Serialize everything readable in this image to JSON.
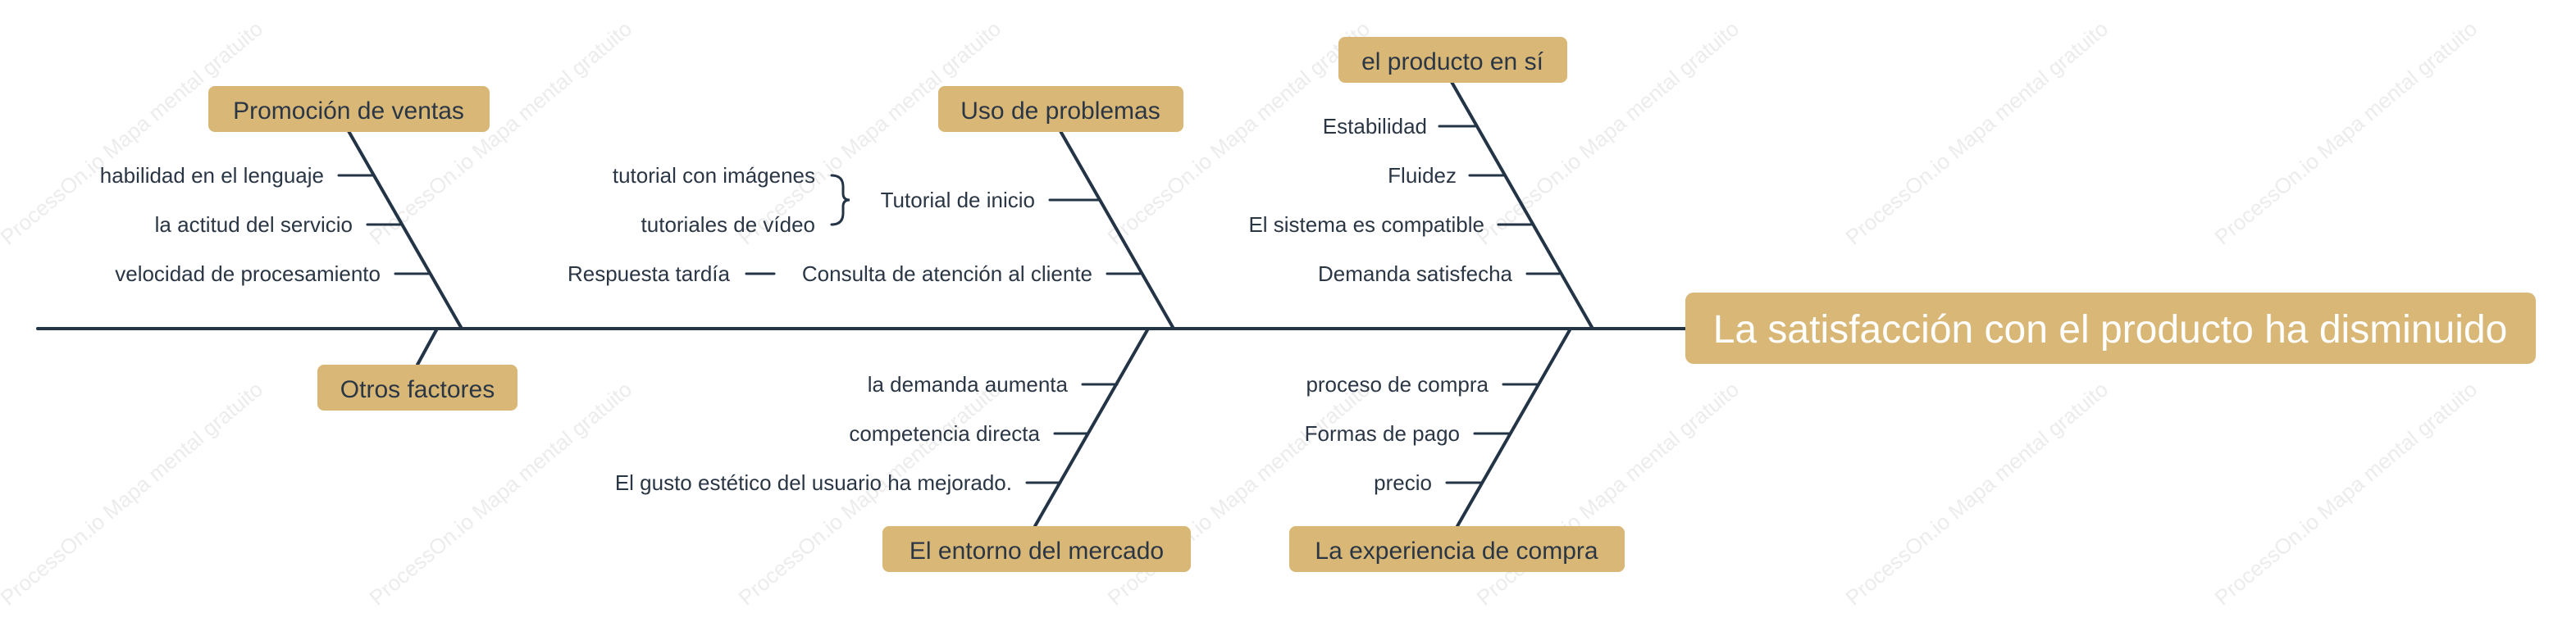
{
  "watermark": "ProcessOn.io Mapa mental gratuito",
  "head": "La satisfacción con el producto ha disminuido",
  "colors": {
    "box": "#d9b877",
    "line": "#243447",
    "text": "#2b3645",
    "head_text": "#ffffff"
  },
  "categories": {
    "promocion": {
      "label": "Promoción de ventas",
      "items": [
        "habilidad en el lenguaje",
        "la actitud del servicio",
        "velocidad de procesamiento"
      ]
    },
    "uso": {
      "label": "Uso de problemas",
      "tutorial": {
        "label": "Tutorial de inicio",
        "children": [
          "tutorial con imágenes",
          "tutoriales de vídeo"
        ]
      },
      "consulta": {
        "label": "Consulta de atención al cliente",
        "child": "Respuesta tardía"
      }
    },
    "producto": {
      "label": "el producto en sí",
      "items": [
        "Estabilidad",
        "Fluidez",
        "El sistema es compatible",
        "Demanda satisfecha"
      ]
    },
    "otros": {
      "label": "Otros factores"
    },
    "mercado": {
      "label": "El entorno del mercado",
      "items": [
        "la demanda aumenta",
        "competencia directa",
        "El gusto estético del usuario ha mejorado."
      ]
    },
    "compra": {
      "label": "La experiencia de compra",
      "items": [
        "proceso de compra",
        "Formas de pago",
        "precio"
      ]
    }
  }
}
